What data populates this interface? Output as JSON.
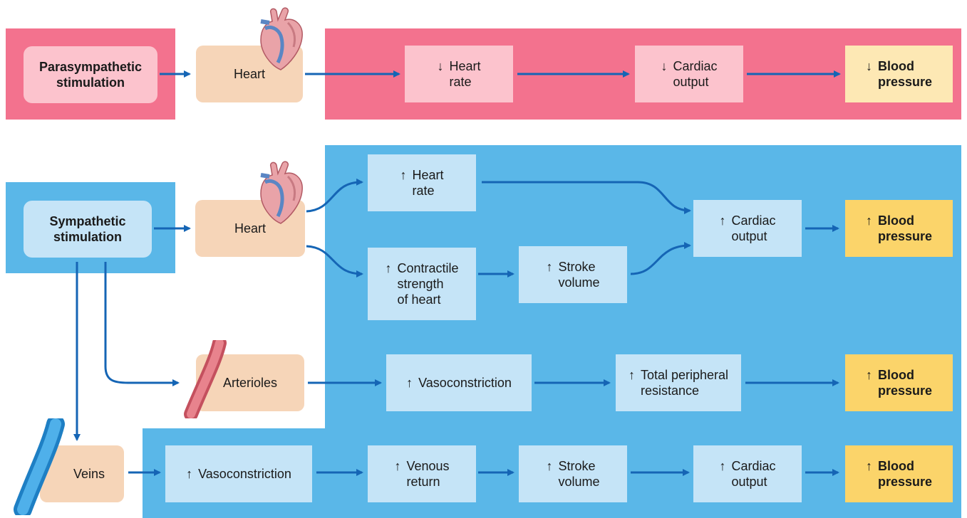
{
  "colors": {
    "parasympathetic_panel": "#f3728e",
    "sympathetic_panel": "#5ab7e8",
    "arrow": "#1565b5",
    "organ_box": "#f6d5b8",
    "effect_box_pink": "#fcc3cd",
    "effect_box_blue": "#c5e4f7",
    "result_box_yellow": "#fbd46a"
  },
  "icons": {
    "heart": "heart-illustration",
    "artery": "arteriole-illustration",
    "vein": "vein-illustration",
    "down": "↓",
    "up": "↑"
  },
  "parasympathetic": {
    "stimulus": "Parasympathetic\nstimulation",
    "organ": "Heart",
    "heart_rate": "Heart\nrate",
    "cardiac_output": "Cardiac\noutput",
    "blood_pressure": "Blood\npressure"
  },
  "sympathetic": {
    "stimulus": "Sympathetic\nstimulation",
    "heart": {
      "organ": "Heart",
      "heart_rate": "Heart\nrate",
      "contractile": "Contractile\nstrength\nof heart",
      "stroke_volume": "Stroke\nvolume",
      "cardiac_output": "Cardiac\noutput",
      "blood_pressure": "Blood\npressure"
    },
    "arterioles": {
      "organ": "Arterioles",
      "vasoconstriction": "Vasoconstriction",
      "resistance": "Total peripheral\nresistance",
      "blood_pressure": "Blood\npressure"
    },
    "veins": {
      "organ": "Veins",
      "vasoconstriction": "Vasoconstriction",
      "venous_return": "Venous\nreturn",
      "stroke_volume": "Stroke\nvolume",
      "cardiac_output": "Cardiac\noutput",
      "blood_pressure": "Blood\npressure"
    }
  }
}
